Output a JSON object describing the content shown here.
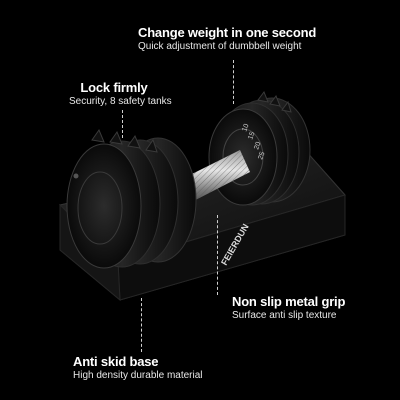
{
  "callouts": {
    "weight_change": {
      "title": "Change weight in one second",
      "desc": "Quick adjustment of dumbbell weight"
    },
    "lock": {
      "title": "Lock firmly",
      "desc": "Security, 8 safety tanks"
    },
    "grip": {
      "title": "Non slip metal grip",
      "desc": "Surface anti slip texture"
    },
    "base": {
      "title": "Anti skid base",
      "desc": "High density durable material"
    }
  },
  "brand": {
    "logo_text": "FEIERDUN"
  },
  "dial": {
    "numbers": [
      "10",
      "15",
      "20",
      "25"
    ]
  },
  "colors": {
    "background": "#000000",
    "text": "#ffffff"
  }
}
